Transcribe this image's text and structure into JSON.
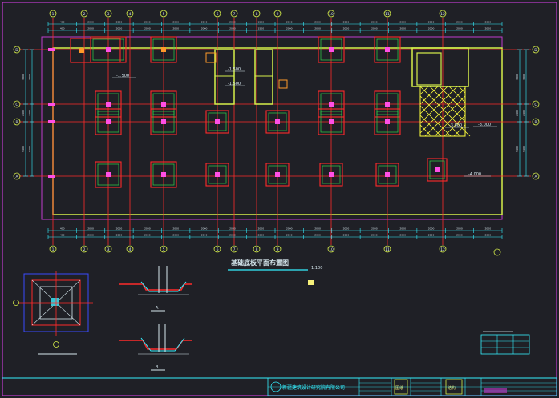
{
  "drawing": {
    "title": "基础底板平面布置图",
    "scale": "1:100",
    "grid_top": [
      "1",
      "2",
      "3",
      "4",
      "5",
      "6",
      "7",
      "8",
      "9",
      "10",
      "11",
      "12"
    ],
    "grid_left": [
      "D",
      "C",
      "B",
      "A"
    ],
    "grid_right": [
      "D",
      "C",
      "B",
      "A"
    ],
    "levels": [
      "-1.500",
      "-1.500",
      "-1.500",
      "-3.000",
      "-3.000",
      "-4.000"
    ],
    "dim_labels_top": [
      "400",
      "2000",
      "2000",
      "2000",
      "2000",
      "2000",
      "2000",
      "1500",
      "2000",
      "2000",
      "2000",
      "2000",
      "2000",
      "2000",
      "2000",
      "2000"
    ],
    "dim_labels_bottom": [
      "400",
      "2000",
      "2000",
      "2000",
      "2000",
      "2000",
      "2000",
      "2000",
      "2000",
      "2000",
      "2000",
      "2000",
      "2000",
      "2000",
      "2000",
      "2000"
    ],
    "dim_labels_left": [
      "3000",
      "2400",
      "5400"
    ],
    "dim_labels_right": [
      "3000",
      "2400",
      "5400"
    ],
    "detail_a_label": "A",
    "detail_b_label": "B"
  },
  "title_block": {
    "company": "新疆建筑设计研究院有限公司",
    "stamp": "图纸",
    "sheet": "结构"
  },
  "colors": {
    "background": "#1f2026",
    "border": "#c23ccf",
    "grid_line": "#ff2a2a",
    "wall": "#d7f04a",
    "dimension": "#35f0ff",
    "footing": "#ff2a2a",
    "hatch": "#ffff3a",
    "pile": "#ff4fe6"
  }
}
